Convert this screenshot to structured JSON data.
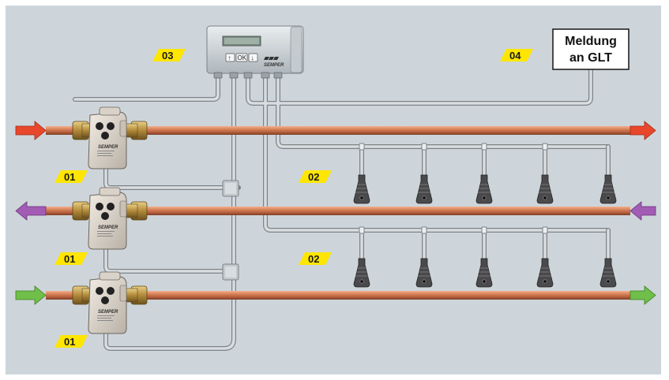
{
  "labels": {
    "badge_03": "03",
    "badge_04": "04",
    "badge_01_top": "01",
    "badge_01_mid": "01",
    "badge_01_bot": "01",
    "badge_02_top": "02",
    "badge_02_bot": "02"
  },
  "glt_box": {
    "line1": "Meldung",
    "line2": "an GLT"
  },
  "controller": {
    "brand": "SEMPER",
    "key_up": "↑",
    "key_ok": "OK",
    "key_down": "↓"
  },
  "valves": [
    {
      "brand": "SEMPER"
    },
    {
      "brand": "SEMPER"
    },
    {
      "brand": "SEMPER"
    }
  ],
  "colors": {
    "background": "#cdd5da",
    "pipe_copper": "#c8754f",
    "arrow_red": "#e8472b",
    "arrow_purple": "#a25cb5",
    "arrow_green": "#6fbf4a",
    "badge_yellow": "#ffe600",
    "cable": "#b8bdc0"
  },
  "icons": {
    "arrow_in_top": "arrow-right-icon",
    "arrow_out_top": "arrow-right-icon",
    "arrow_in_mid": "arrow-left-icon",
    "arrow_out_mid": "arrow-left-icon",
    "arrow_in_bot": "arrow-right-icon",
    "arrow_out_bot": "arrow-right-icon",
    "sensor": "sensor-icon"
  }
}
